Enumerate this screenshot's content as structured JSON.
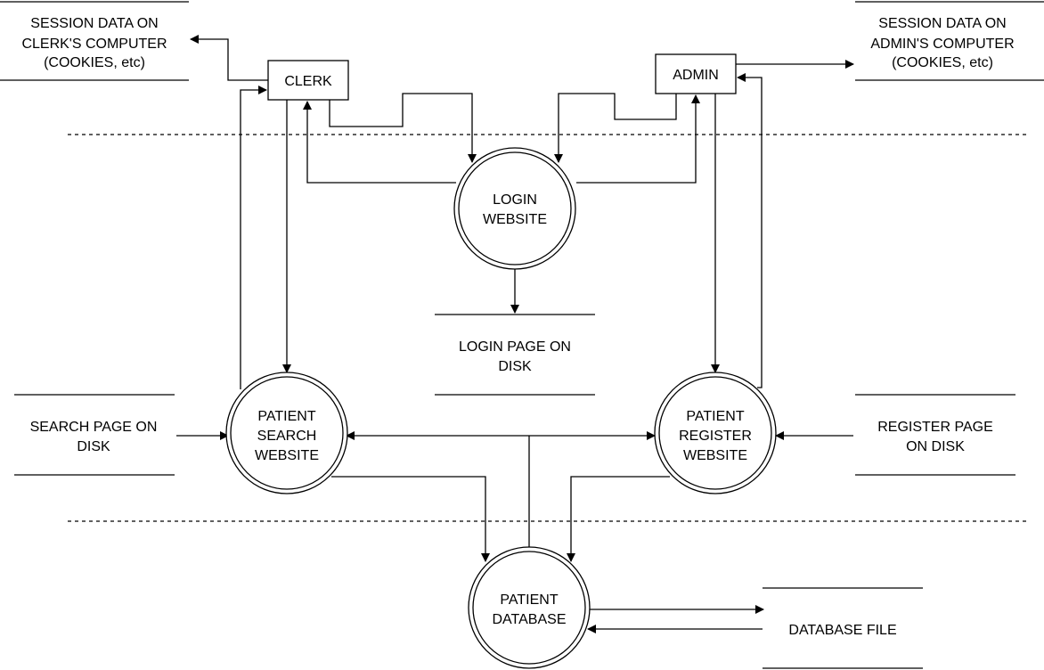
{
  "entities": {
    "clerk": "CLERK",
    "admin": "ADMIN"
  },
  "processes": {
    "login": [
      "LOGIN",
      "WEBSITE"
    ],
    "search": [
      "PATIENT",
      "SEARCH",
      "WEBSITE"
    ],
    "register": [
      "PATIENT",
      "REGISTER",
      "WEBSITE"
    ],
    "database": [
      "PATIENT",
      "DATABASE"
    ]
  },
  "stores": {
    "clerk_session": [
      "SESSION DATA ON",
      "CLERK'S COMPUTER",
      "(COOKIES, etc)"
    ],
    "admin_session": [
      "SESSION DATA ON",
      "ADMIN'S COMPUTER",
      "(COOKIES, etc)"
    ],
    "login_page": [
      "LOGIN PAGE ON",
      "DISK"
    ],
    "search_page": [
      "SEARCH PAGE ON",
      "DISK"
    ],
    "register_page": [
      "REGISTER PAGE",
      "ON DISK"
    ],
    "database_file": [
      "DATABASE FILE"
    ]
  }
}
